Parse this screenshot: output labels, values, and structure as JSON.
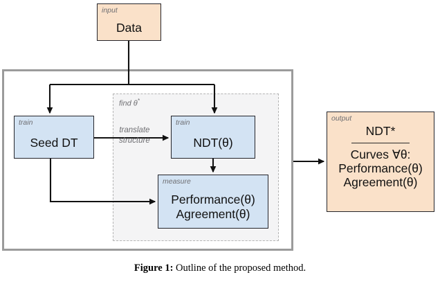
{
  "figure": {
    "caption_label": "Figure 1:",
    "caption_text": " Outline of the proposed method."
  },
  "colors": {
    "blue_fill": "#d3e3f3",
    "orange_fill": "#fae1c9",
    "box_border": "#24242a",
    "outer_border": "#9b9b9b",
    "dashed_border": "#b4b4b4",
    "dashed_fill": "#f4f4f5",
    "tag_text": "#6e6e72"
  },
  "nodes": {
    "data": {
      "tag": "input",
      "title": "Data"
    },
    "seed_dt": {
      "tag": "train",
      "title": "Seed DT"
    },
    "ndt": {
      "tag": "train",
      "title": "NDT(θ)"
    },
    "measure": {
      "tag": "measure",
      "line1": "Performance(θ)",
      "line2": "Agreement(θ)"
    },
    "output": {
      "tag": "output",
      "title": "NDT*",
      "line1": "Curves ∀θ:",
      "line2": "Performance(θ)",
      "line3": "Agreement(θ)"
    }
  },
  "groups": {
    "find_theta": {
      "label": "find θ",
      "superscript": "*"
    }
  },
  "edges": {
    "translate": {
      "line1": "translate",
      "line2": "structure"
    }
  }
}
